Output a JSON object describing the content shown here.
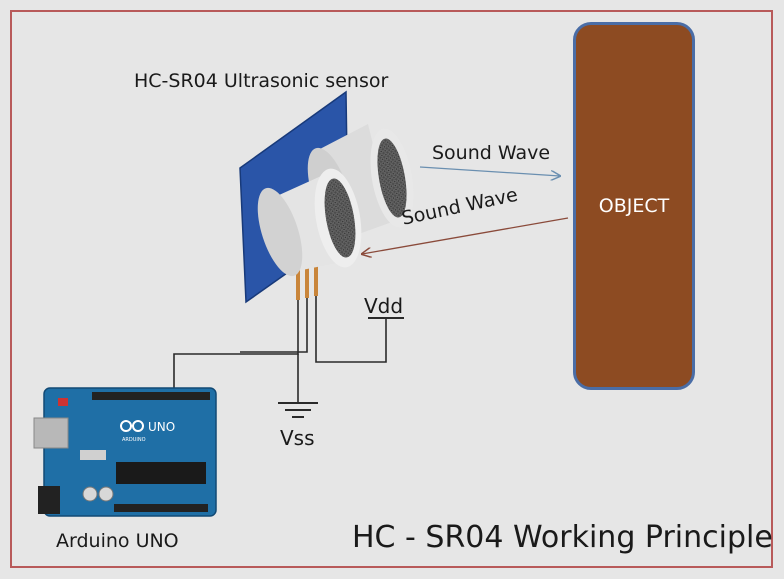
{
  "sensor": {
    "title": "HC-SR04 Ultrasonic sensor"
  },
  "waves": {
    "outgoing": "Sound Wave",
    "returning": "Sound Wave"
  },
  "object": {
    "label": "OBJECT"
  },
  "power": {
    "vdd": "Vdd",
    "vss": "Vss"
  },
  "board": {
    "name": "Arduino UNO",
    "logo_text": "UNO",
    "brand": "ARDUINO"
  },
  "title": "HC - SR04 Working Principle",
  "colors": {
    "object_fill": "#8d4b22",
    "object_border": "#4a6da6",
    "sensor_board": "#2a55a8",
    "arduino_board": "#1f6fa6",
    "frame": "#b85a5a"
  }
}
